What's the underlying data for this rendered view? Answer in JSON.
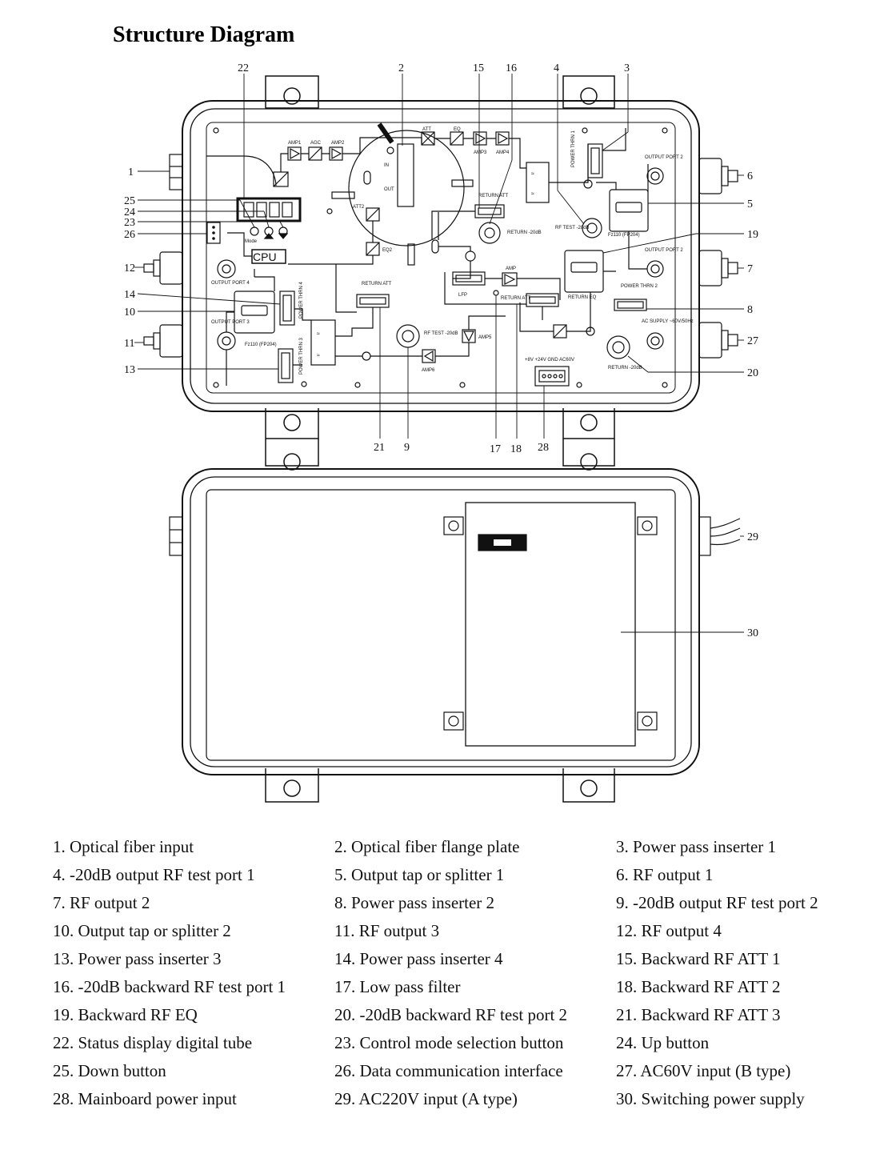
{
  "title": "Structure Diagram",
  "callouts": {
    "c1": "1",
    "c2": "2",
    "c3": "3",
    "c4": "4",
    "c5": "5",
    "c6": "6",
    "c7": "7",
    "c8": "8",
    "c9": "9",
    "c10": "10",
    "c11": "11",
    "c12": "12",
    "c13": "13",
    "c14": "14",
    "c15": "15",
    "c16": "16",
    "c17": "17",
    "c18": "18",
    "c19": "19",
    "c20": "20",
    "c21": "21",
    "c22": "22",
    "c23": "23",
    "c24": "24",
    "c25": "25",
    "c26": "26",
    "c27": "27",
    "c28": "28",
    "c29": "29",
    "c30": "30"
  },
  "board_labels": {
    "amp1": "AMP1",
    "agc": "AGC",
    "amp2": "AMP2",
    "att": "ATT",
    "eq": "EQ",
    "amp3": "AMP3",
    "amp4": "AMP4",
    "att2": "ATT2",
    "eq2": "EQ2",
    "in": "IN",
    "out": "OUT",
    "power_thrn1": "POWER THRN 1",
    "output_port2": "OUTPUT PORT 2",
    "return_att_top": "RETURN ATT",
    "return_20db_top": "RETURN -20dB",
    "rf_test_top": "RF TEST -20dB",
    "fz110_right": "Fz110 (FP204)",
    "output_port2b": "OUTPUT PORT 2",
    "power_thrn2": "POWER THRN 2",
    "amp": "AMP",
    "lfp": "LFP",
    "return_att_mid": "RETURN ATT",
    "return_eq": "RETURN EQ",
    "ac_supply": "AC SUPPLY ~60V/50Hz",
    "return_20db_bottom": "RETURN -20dB",
    "cpu": "CPU",
    "mode": "Mode",
    "output_port4": "OUTPUT PORT 4",
    "power_thrn4": "POWER THRN 4",
    "output_port3": "OUTPUT PORT 3",
    "fz110_left": "Fz110 (FP204)",
    "power_thrn3": "POWER THRN 3",
    "return_att_left": "RETURN ATT",
    "rf_test_bottom": "RF TEST -20dB",
    "amp5": "AMP5",
    "amp6": "AMP6",
    "power_input": "+8V +24V GND AC60V"
  },
  "legend": [
    "1. Optical fiber input",
    "2. Optical fiber flange plate",
    "3. Power pass inserter 1",
    "4. -20dB output RF test port 1",
    "5. Output tap or splitter 1",
    "6. RF output 1",
    "7. RF output 2",
    "8. Power pass inserter 2",
    "9. -20dB output RF test port 2",
    "10. Output tap or splitter 2",
    "11. RF output 3",
    "12. RF output 4",
    "13. Power pass inserter 3",
    "14. Power pass inserter 4",
    "15. Backward RF ATT 1",
    "16. -20dB backward RF test port 1",
    "17. Low pass filter",
    "18. Backward RF ATT 2",
    "19. Backward RF EQ",
    "20. -20dB backward RF test port 2",
    "21. Backward RF ATT 3",
    "22. Status display digital tube",
    "23. Control mode selection button",
    "24. Up button",
    "25. Down button",
    "26. Data communication interface",
    "27. AC60V input (B type)",
    "28. Mainboard power input",
    "29. AC220V input (A type)",
    "30. Switching power supply"
  ]
}
